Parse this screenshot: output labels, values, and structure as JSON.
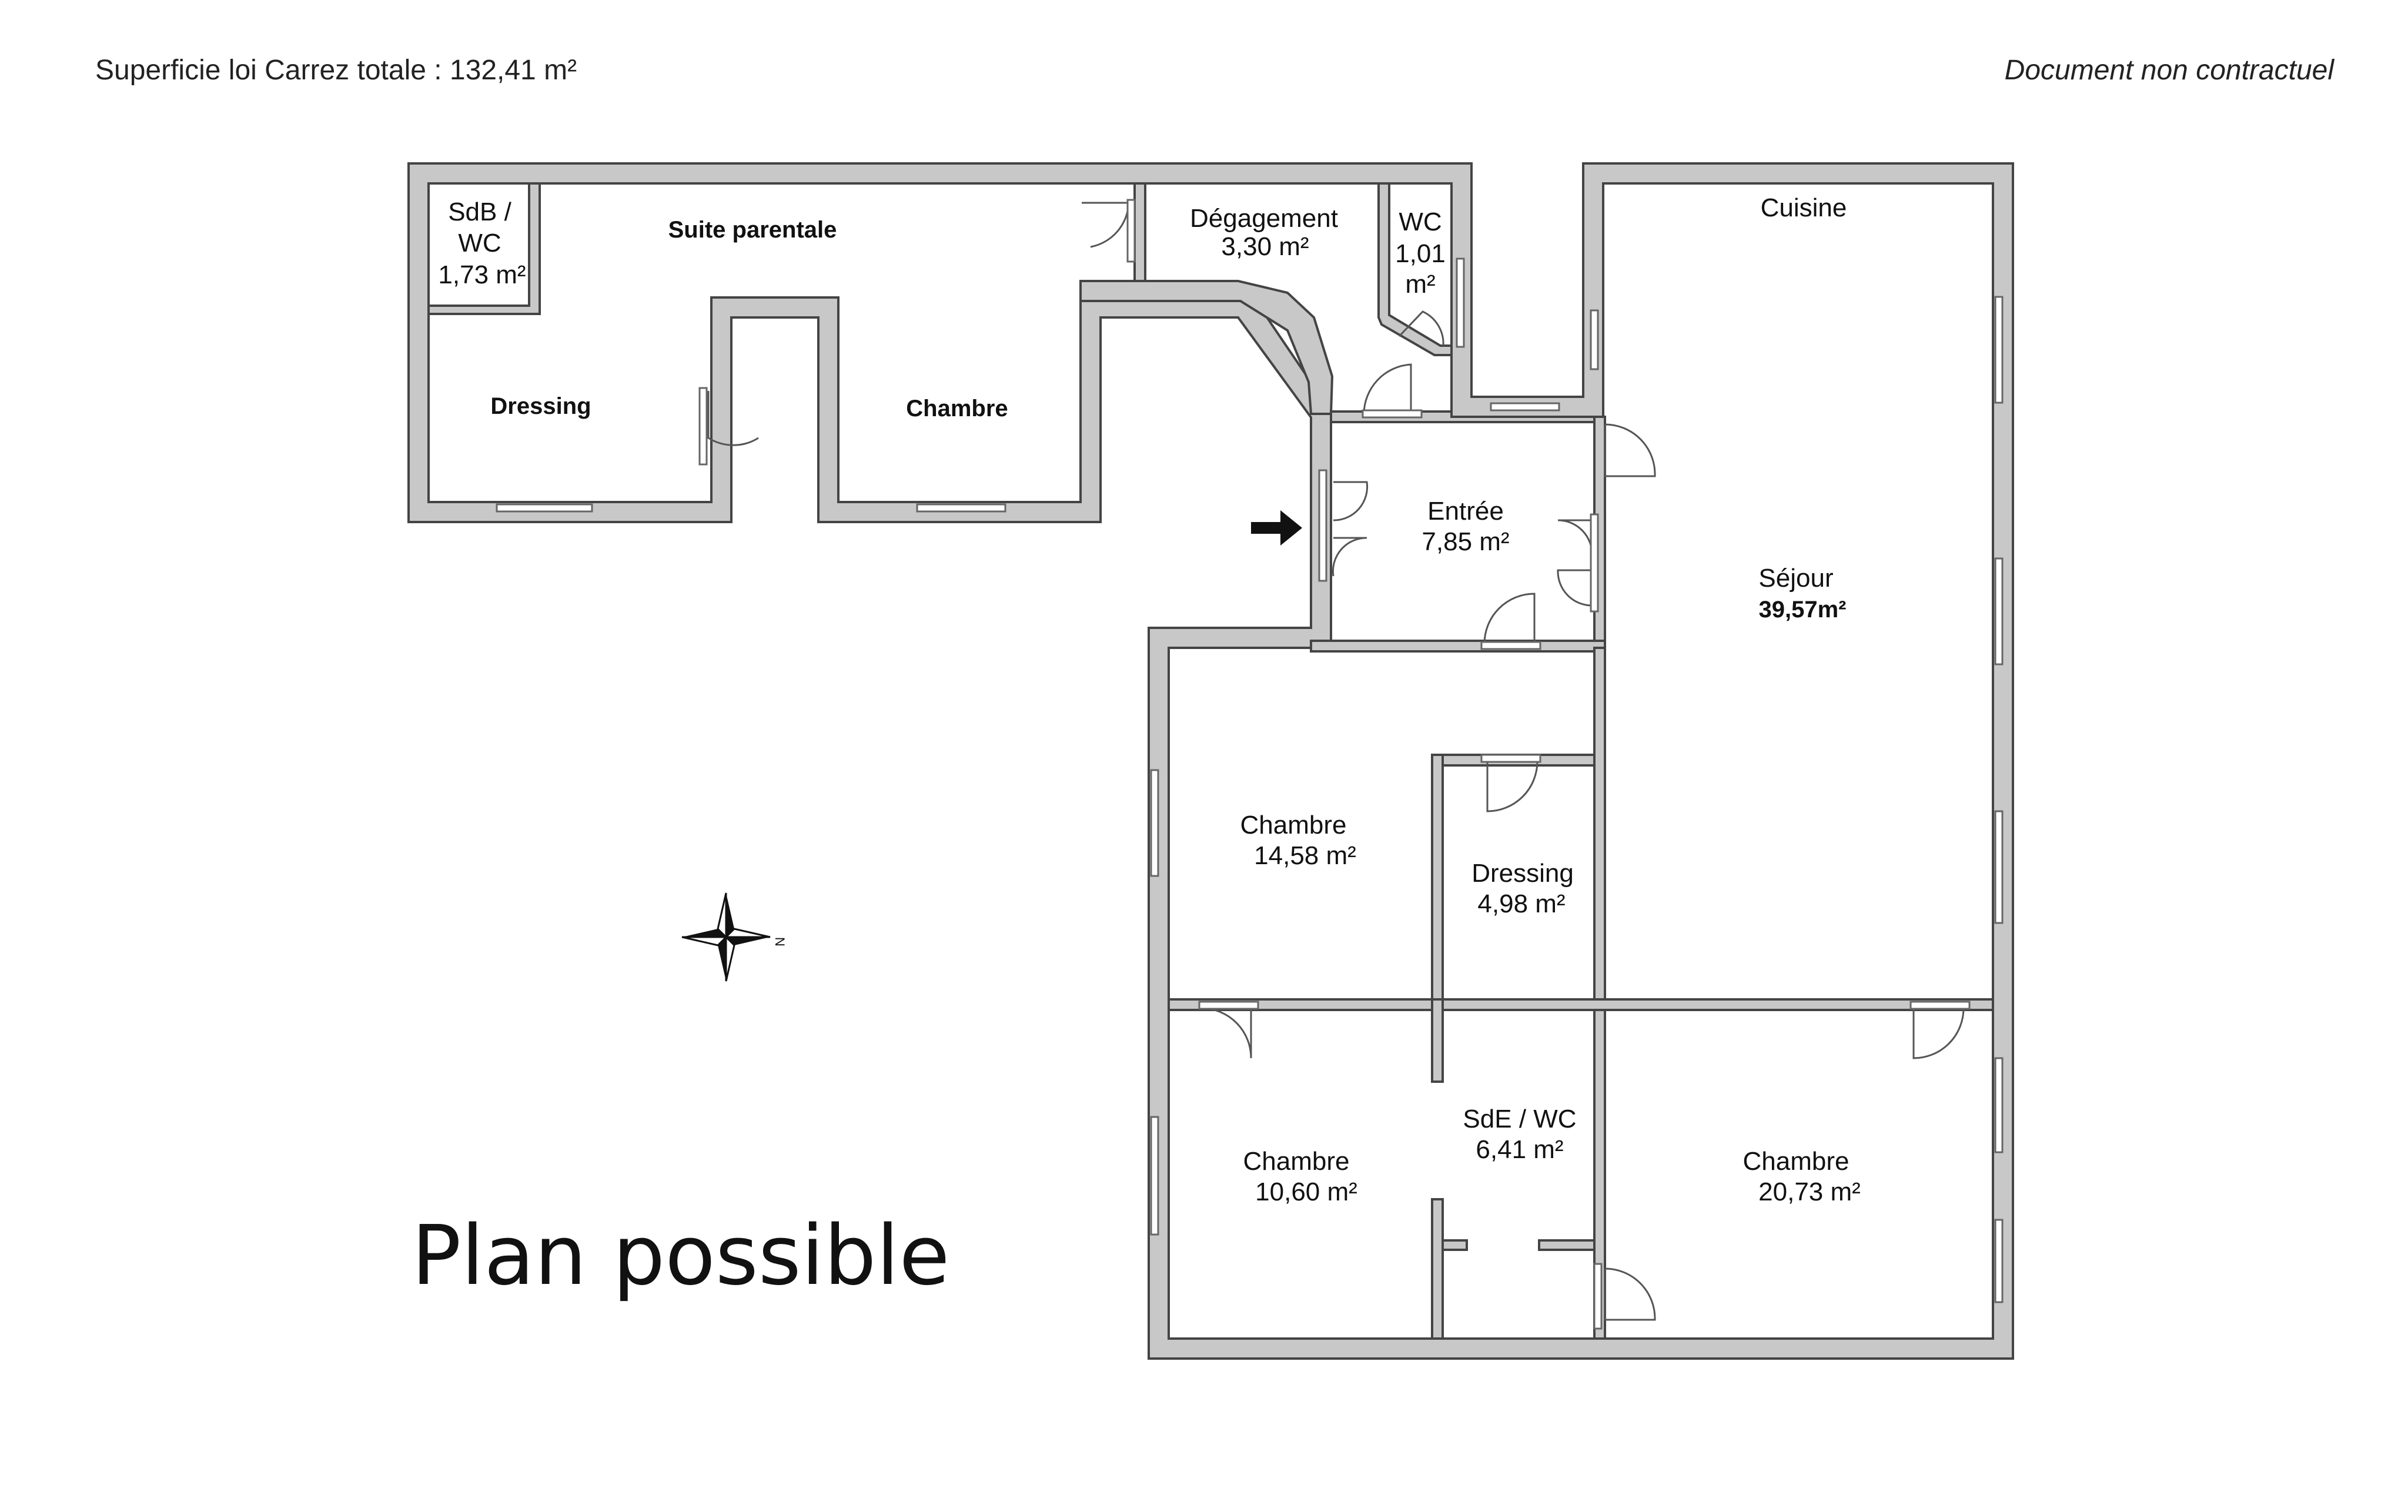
{
  "header": {
    "area_total": "Superficie loi Carrez totale : 132,41 m²",
    "disclaimer": "Document non contractuel"
  },
  "title": "Plan possible",
  "compass": {
    "north_letter": "N"
  },
  "rooms": {
    "sdb_wc": {
      "name_line1": "SdB /",
      "name_line2": "WC",
      "area": "1,73 m²"
    },
    "suite_parentale": {
      "name": "Suite parentale"
    },
    "dressing_suite": {
      "name": "Dressing"
    },
    "chambre_suite": {
      "name": "Chambre"
    },
    "degagement": {
      "name": "Dégagement",
      "area": "3,30 m²"
    },
    "wc": {
      "name": "WC",
      "area_line1": "1,01",
      "area_line2": "m²"
    },
    "cuisine": {
      "name": "Cuisine"
    },
    "sejour": {
      "name": "Séjour",
      "area": "39,57m²"
    },
    "entree": {
      "name": "Entrée",
      "area": "7,85 m²"
    },
    "chambre_1": {
      "name": "Chambre",
      "area": "14,58 m²"
    },
    "dressing_2": {
      "name": "Dressing",
      "area": "4,98 m²"
    },
    "chambre_2": {
      "name": "Chambre",
      "area": "10,60 m²"
    },
    "sde_wc": {
      "name": "SdE / WC",
      "area": "6,41 m²"
    },
    "chambre_3": {
      "name": "Chambre",
      "area": "20,73 m²"
    }
  },
  "colors": {
    "wall_fill": "#c8c8c8",
    "wall_stroke": "#444444",
    "door": "#555555",
    "window": "#666666"
  }
}
